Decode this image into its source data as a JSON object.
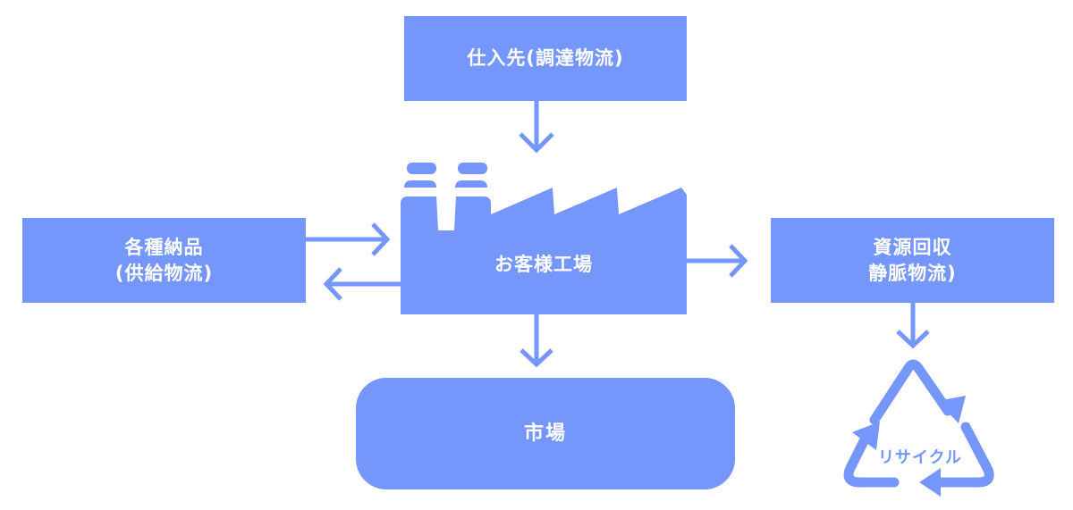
{
  "colors": {
    "accent": "#7597fb",
    "background": "#ffffff",
    "text_on_accent": "#ffffff"
  },
  "nodes": {
    "supplier": {
      "line1": "仕入先(調達物流)"
    },
    "inbound": {
      "line1": "各種納品",
      "line2": "(供給物流)"
    },
    "factory": {
      "label": "お客様工場"
    },
    "recovery": {
      "line1": "資源回収",
      "line2": "静脈物流)"
    },
    "market": {
      "label": "市場"
    },
    "recycle": {
      "label": "リサイクル"
    }
  },
  "icons": {
    "factory": "factory-icon",
    "recycle": "recycle-icon"
  },
  "edges": [
    {
      "from": "supplier",
      "to": "factory"
    },
    {
      "from": "inbound",
      "to": "factory"
    },
    {
      "from": "factory",
      "to": "inbound"
    },
    {
      "from": "factory",
      "to": "recovery"
    },
    {
      "from": "factory",
      "to": "market"
    },
    {
      "from": "recovery",
      "to": "recycle"
    }
  ]
}
